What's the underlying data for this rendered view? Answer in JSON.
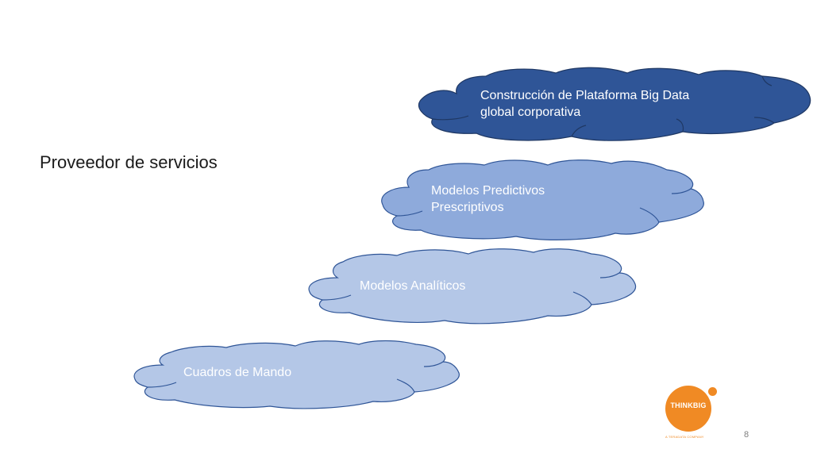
{
  "slide": {
    "title": "Proveedor de servicios",
    "page_number": "8"
  },
  "clouds": [
    {
      "lines": [
        "Construcción de Plataforma  Big Data",
        "global corporativa"
      ],
      "fill": "#2f5597",
      "stroke": "#1f3864"
    },
    {
      "lines": [
        "Modelos Predictivos",
        "Prescriptivos"
      ],
      "fill": "#8eaadb",
      "stroke": "#2f5597"
    },
    {
      "lines": [
        "Modelos Analíticos"
      ],
      "fill": "#b4c7e7",
      "stroke": "#2f5597"
    },
    {
      "lines": [
        "Cuadros de Mando"
      ],
      "fill": "#b4c7e7",
      "stroke": "#2f5597"
    }
  ],
  "logo": {
    "name": "THINKBIG",
    "tagline": "A TERADATA COMPANY",
    "color": "#f08a24"
  }
}
